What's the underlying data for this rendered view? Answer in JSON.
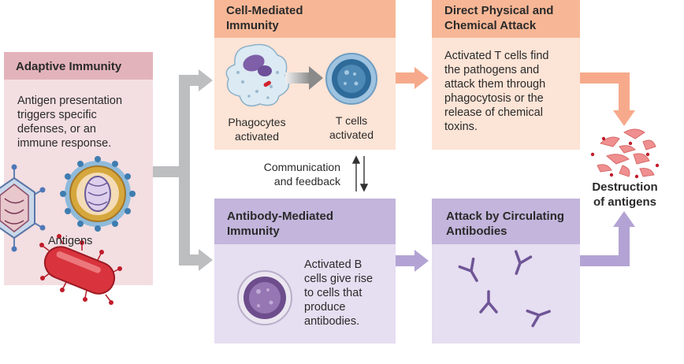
{
  "adaptive": {
    "title": "Adaptive Immunity",
    "text": "Antigen presentation\ntriggers specific\ndefenses, or an\nimmune response.",
    "antigens_label": "Antigens"
  },
  "cell_mediated": {
    "title": "Cell-Mediated\nImmunity",
    "phagocytes_label": "Phagocytes\nactivated",
    "tcells_label": "T cells\nactivated"
  },
  "direct_attack": {
    "title": "Direct Physical and\nChemical Attack",
    "text": "Activated T cells find\nthe pathogens and\nattack them through\nphagocytosis or the\nrelease of chemical\ntoxins."
  },
  "feedback": {
    "label": "Communication\nand feedback"
  },
  "antibody_mediated": {
    "title": "Antibody-Mediated\nImmunity",
    "text": "Activated B\ncells give rise\nto cells that\nproduce\nantibodies."
  },
  "circulating": {
    "title": "Attack by Circulating\nAntibodies"
  },
  "destruction": {
    "label": "Destruction\nof antigens"
  },
  "colors": {
    "pink_header": "#e3b3bb",
    "pink_body": "#f3dee1",
    "orange_header": "#f7b796",
    "orange_body": "#fce4d6",
    "purple_header": "#c3b5dc",
    "purple_body": "#e6def1",
    "gray_arrow": "#bdbec0",
    "orange_arrow": "#f6aa8b",
    "purple_arrow": "#b3a3d4"
  }
}
